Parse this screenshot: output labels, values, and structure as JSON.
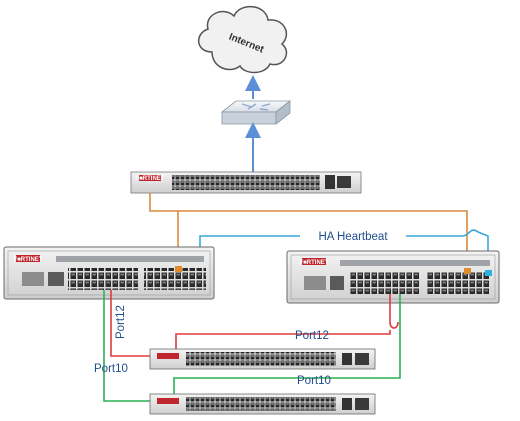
{
  "internet": {
    "label": "Internet"
  },
  "fortinet_brand": "F■RTINET",
  "labels": {
    "ha_heartbeat": "HA Heartbeat",
    "port12_right": "Port12",
    "port12_left": "Port12",
    "port10_left": "Port10",
    "port10_bottom": "Port10"
  },
  "colors": {
    "uplink": "#5b8fd6",
    "ha_orange": "#d98a3a",
    "ha_blue": "#3aa6d9",
    "port12": "#e03b3b",
    "port10": "#2bb055",
    "label_blue": "#1f4e8c"
  }
}
